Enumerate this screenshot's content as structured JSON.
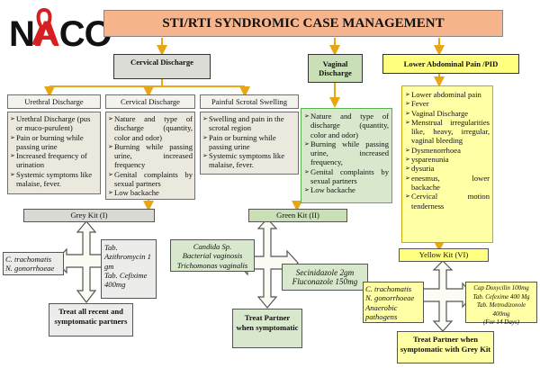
{
  "logo": {
    "text_left": "N",
    "text_mid": "A",
    "text_right": "CO"
  },
  "title": "STI/RTI SYNDROMIC CASE MANAGEMENT",
  "cervical_discharge": {
    "label": "Cervical Discharge",
    "urethral": {
      "title": "Urethral Discharge",
      "items": [
        "Urethral Discharge (pus or muco-purulent)",
        "Pain or burning while passing urine",
        "Increased frequency of urination",
        "Systemic symptoms like malaise, fever."
      ]
    },
    "cervical": {
      "title": "Cervical Discharge",
      "items": [
        "Nature and type of discharge (quantity, color and odor)",
        "Burning while passing urine, increased frequency",
        "Genital complaints by sexual partners",
        "Low backache"
      ]
    },
    "scrotal": {
      "title": "Painful Scrotal Swelling",
      "items": [
        "Swelling and pain in the scrotal region",
        "Pain or burning while passing urine",
        "Systemic symptoms like malaise, fever."
      ]
    },
    "kit": "Grey Kit (I)",
    "organisms": [
      "C. trachomatis",
      "N. gonorrhoeae"
    ],
    "drugs": [
      "Tab. Azithromycin 1 gm",
      "Tab. Cefixime 400mg"
    ],
    "treat": "Treat all recent and symptomatic partners"
  },
  "vaginal_discharge": {
    "label": "Vaginal Discharge",
    "items": [
      "Nature and type of discharge (quantity, color and odor)",
      "Burning while passing urine, increased frequency,",
      "Genital complaints by sexual partners",
      "Low backache"
    ],
    "kit": "Green Kit (II)",
    "organisms": [
      "Candida Sp.",
      "Bacterial vaginosis",
      "Trichomonas vaginalis"
    ],
    "drugs": [
      "Secinidazole 2gm",
      "Fluconazole 150mg"
    ],
    "treat": "Treat Partner when symptomatic"
  },
  "lower_abdominal_pain": {
    "label": "Lower Abdominal Pain /PID",
    "items": [
      "Lower abdominal pain",
      "Fever",
      "Vaginal Discharge",
      "Menstrual irregularities like, heavy, irregular, vaginal bleeding",
      "Dysmenorrhoea",
      "ysparenunia",
      "dysuria",
      "enesmus, lower backache",
      "Cervical motion tenderness"
    ],
    "kit": "Yellow Kit (VI)",
    "organisms": [
      "C. trachomatis",
      "N. gonorrhoeae",
      "Anaerobic pathogens"
    ],
    "drugs": [
      "Cap Doxycilin 100mg",
      "Tab. Cefexime 400 Mg",
      "Tab. Metrodizonole 400mg",
      "(For 14 Days)"
    ],
    "treat": "Treat Partner when symptomatic with Grey Kit"
  },
  "colors": {
    "title_bg": "#f6b58c",
    "grey_fill": "#d9d9d4",
    "green_fill": "#d8e8cc",
    "green_border": "#58b14c",
    "yellow_fill": "#ffffa6",
    "yellow_border": "#c9a800",
    "connector": "#e6a615"
  }
}
